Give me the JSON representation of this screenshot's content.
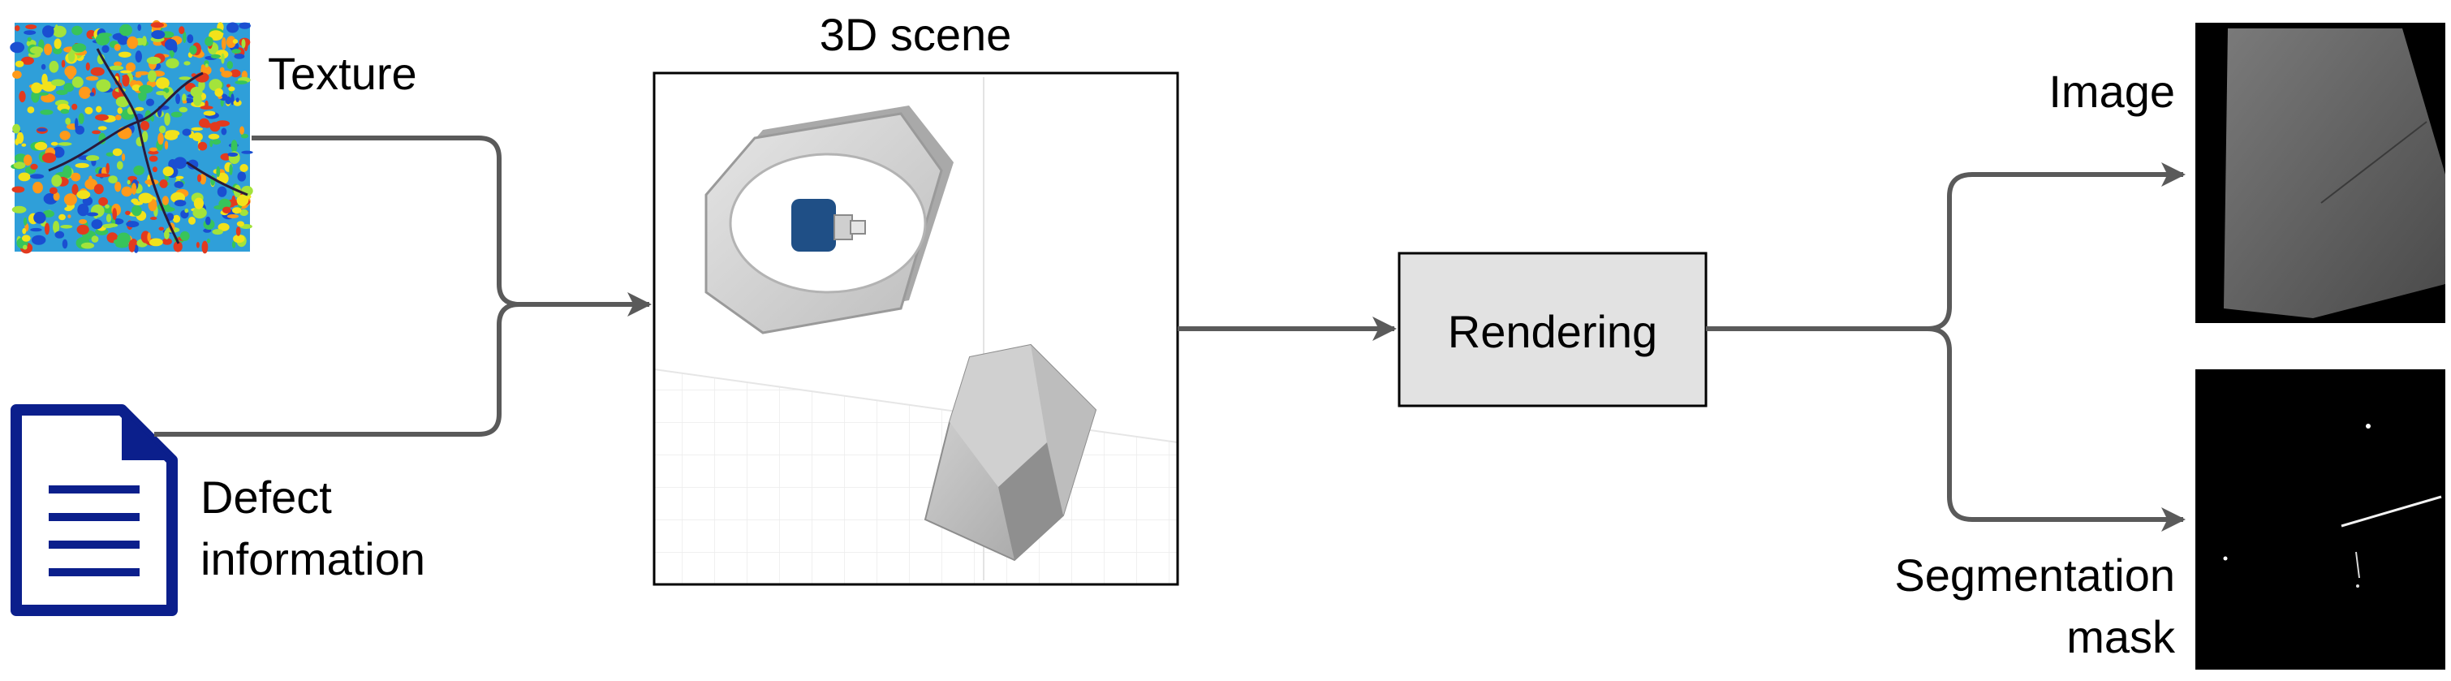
{
  "labels": {
    "texture": "Texture",
    "defect_line1": "Defect",
    "defect_line2": "information",
    "scene_title": "3D scene",
    "rendering": "Rendering",
    "image": "Image",
    "seg_line1": "Segmentation",
    "seg_line2": "mask"
  },
  "colors": {
    "arrow": "#5a5a5a",
    "document": "#0b1f8c",
    "rendering_box_fill": "#e2e2e2",
    "metal": "#c6c6c6",
    "camera_blue": "#1f4f86"
  },
  "icons": {
    "texture": "texture-map-thumbnail",
    "defect": "document-icon",
    "scene": "3d-scene-render",
    "image": "rendered-image-thumbnail",
    "mask": "segmentation-mask-thumbnail"
  }
}
